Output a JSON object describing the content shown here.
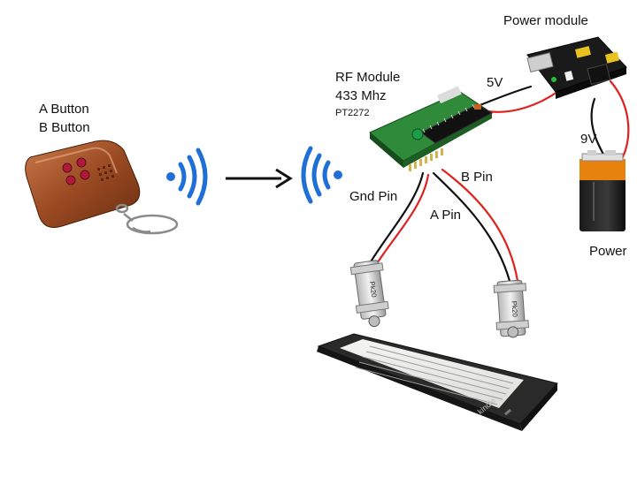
{
  "labels": {
    "remote_line1": "A Button",
    "remote_line2": "B Button",
    "rf_title": "RF Module",
    "rf_freq": "433 Mhz",
    "rf_chip": "PT2272",
    "power_module": "Power module",
    "v5": "5V",
    "v9": "9V",
    "power": "Power",
    "b_pin": "B Pin",
    "gnd_pin": "Gnd Pin",
    "a_pin": "A Pin",
    "servo_mark": "Pk20",
    "kindle": "kindle"
  },
  "colors": {
    "signal_blue": "#1f6fd6",
    "wire_red": "#e0201c",
    "wire_black": "#111111",
    "pcb_green": "#2f8b3a",
    "remote_copper": "#a0522d",
    "battery_orange": "#e8820f"
  },
  "icons": [
    "wireless-signal-icon",
    "arrow-right-icon",
    "antenna-signal-icon"
  ]
}
